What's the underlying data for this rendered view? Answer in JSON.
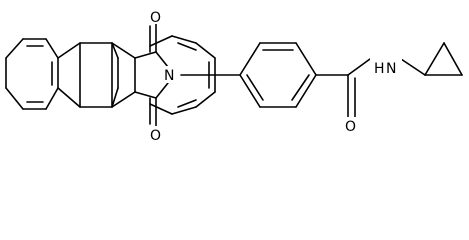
{
  "molecule": {
    "atoms": {
      "oxygen_top": "O",
      "imide_nitrogen": "N",
      "oxygen_bottom": "O",
      "amide_nh": "N",
      "amide_h": "H",
      "amide_oxygen": "O"
    }
  }
}
